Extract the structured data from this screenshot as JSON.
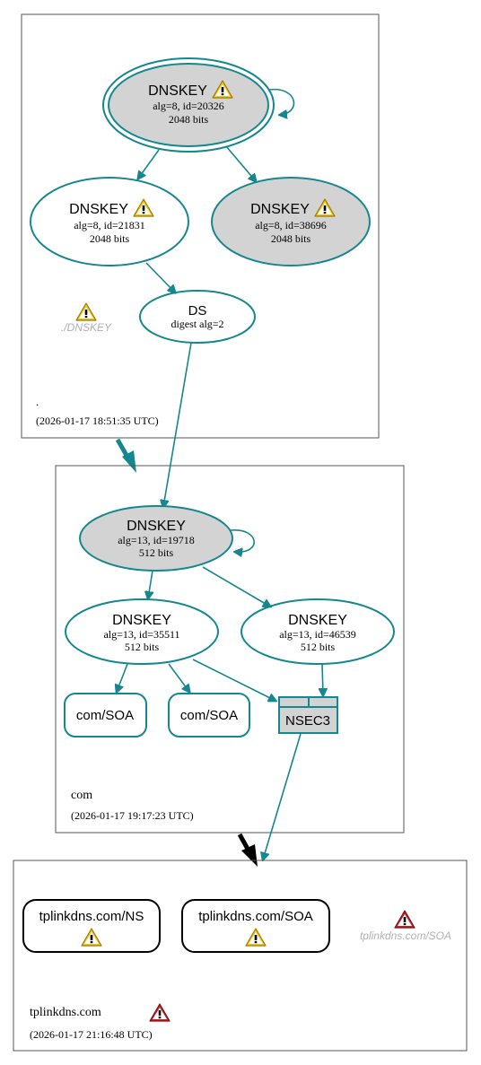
{
  "zones": {
    "root": {
      "name": ".",
      "timestamp": "(2026-01-17 18:51:35 UTC)",
      "ksk": {
        "title": "DNSKEY",
        "line1": "alg=8, id=20326",
        "line2": "2048 bits"
      },
      "zsk1": {
        "title": "DNSKEY",
        "line1": "alg=8, id=21831",
        "line2": "2048 bits"
      },
      "zsk2": {
        "title": "DNSKEY",
        "line1": "alg=8, id=38696",
        "line2": "2048 bits"
      },
      "ds": {
        "title": "DS",
        "line1": "digest alg=2"
      },
      "missing_dnskey": "./DNSKEY"
    },
    "com": {
      "name": "com",
      "timestamp": "(2026-01-17 19:17:23 UTC)",
      "ksk": {
        "title": "DNSKEY",
        "line1": "alg=13, id=19718",
        "line2": "512 bits"
      },
      "zsk1": {
        "title": "DNSKEY",
        "line1": "alg=13, id=35511",
        "line2": "512 bits"
      },
      "zsk2": {
        "title": "DNSKEY",
        "line1": "alg=13, id=46539",
        "line2": "512 bits"
      },
      "soa1": "com/SOA",
      "soa2": "com/SOA",
      "nsec3": "NSEC3"
    },
    "tplinkdns": {
      "name": "tplinkdns.com",
      "timestamp": "(2026-01-17 21:16:48 UTC)",
      "ns": "tplinkdns.com/NS",
      "soa": "tplinkdns.com/SOA",
      "missing_soa": "tplinkdns.com/SOA"
    }
  },
  "colors": {
    "edge": "#14878f",
    "gray_fill": "#d3d3d3",
    "warning_yellow": "#f5c518",
    "error_red": "#c0272d"
  }
}
